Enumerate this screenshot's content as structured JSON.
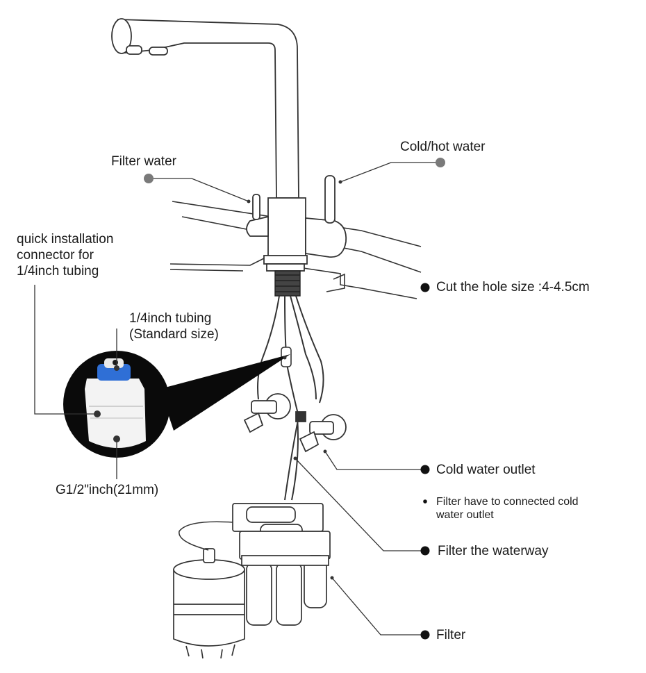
{
  "labels": {
    "filter_water": "Filter water",
    "cold_hot_water": "Cold/hot water",
    "quick_connector": [
      "quick installation",
      "connector for",
      "1/4inch tubing"
    ],
    "tubing": [
      "1/4inch tubing",
      "(Standard size)"
    ],
    "thread": "G1/2\"inch(21mm)",
    "cut_hole": "Cut the hole size :4-4.5cm",
    "cold_outlet": "Cold water outlet",
    "filter_note": [
      "Filter have to connected cold",
      "water outlet"
    ],
    "filter_waterway": "Filter the waterway",
    "filter": "Filter"
  },
  "colors": {
    "line": "#333333",
    "callout_dot": "#7a7a7a",
    "bullet": "#111111",
    "connector_blue": "#2f6fd6",
    "connector_bg": "#0a0a0a"
  }
}
